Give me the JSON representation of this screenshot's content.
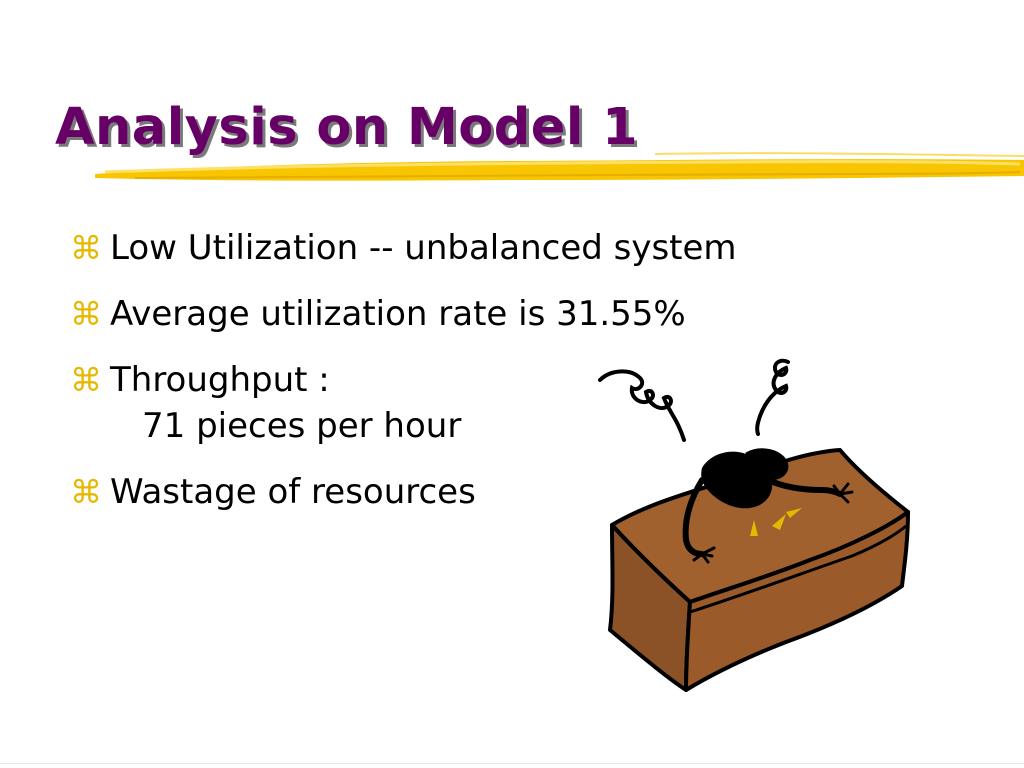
{
  "slide": {
    "title": "Analysis on Model 1",
    "bullet_marker_icon": "command-key-icon",
    "accent_color": "#660066",
    "marker_color": "#e6b800",
    "underline_color": "#f5c400",
    "bullets": [
      {
        "marker": "⌘",
        "text": "Low Utilization -- unbalanced system"
      },
      {
        "marker": "⌘",
        "text": "Average utilization rate is 31.55%"
      },
      {
        "marker": "⌘",
        "text": "Throughput :",
        "subtext": "71 pieces per hour"
      },
      {
        "marker": "⌘",
        "text": "Wastage of resources"
      }
    ],
    "clipart_icon": "frustrated-person-at-desk-icon"
  }
}
